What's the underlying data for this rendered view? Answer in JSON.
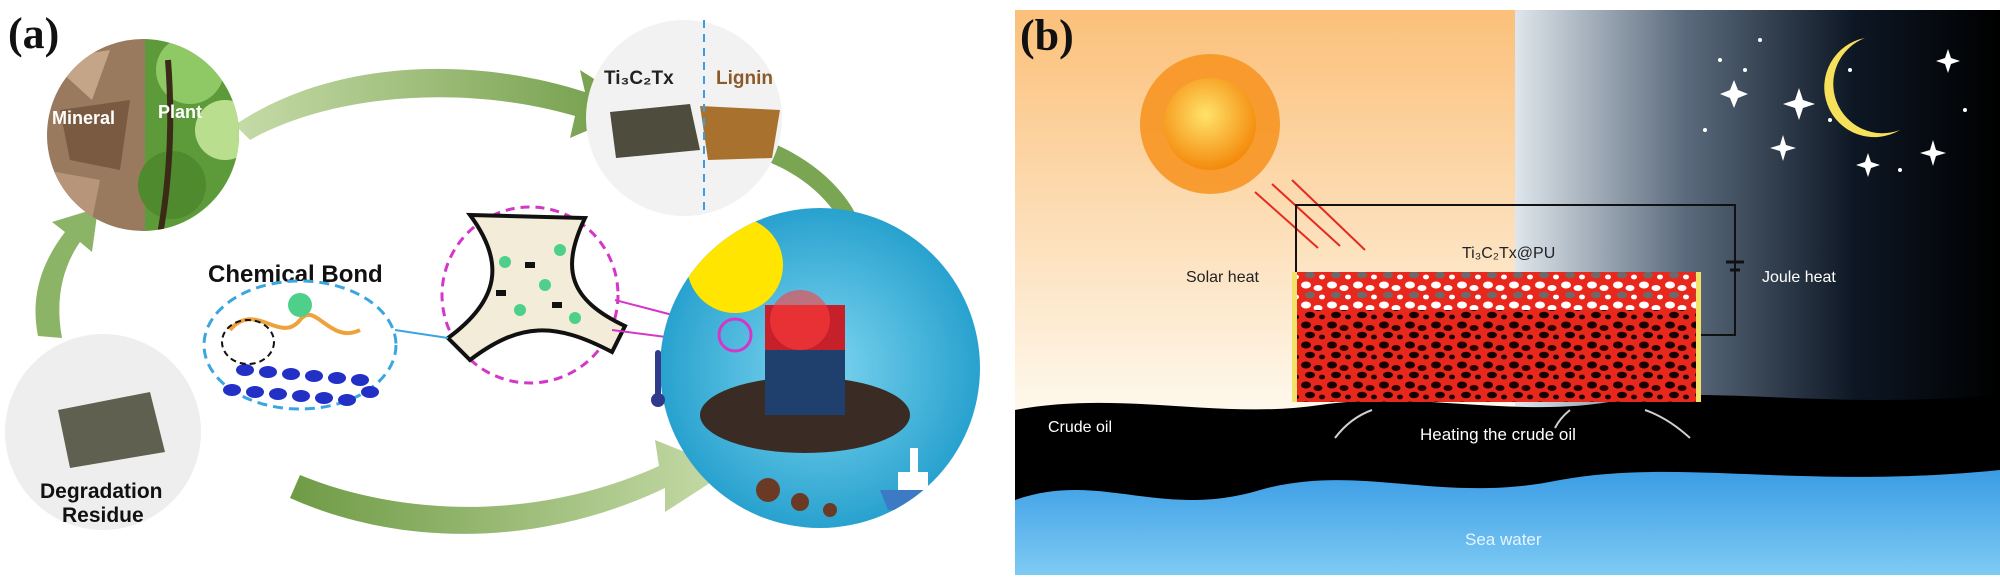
{
  "panel_a": {
    "label": "(a)",
    "mineral": "Mineral",
    "plant": "Plant",
    "ti3c2tx": "Ti₃C₂Tx",
    "lignin": "Lignin",
    "chemical_bond": "Chemical Bond",
    "degradation": "Degradation",
    "residue": "Residue"
  },
  "panel_b": {
    "label": "(b)",
    "composite": "Ti₃C₂Tx@PU",
    "solar_heat": "Solar heat",
    "joule_heat": "Joule heat",
    "crude_oil": "Crude oil",
    "heating": "Heating the crude oil",
    "sea_water": "Sea water"
  },
  "colors": {
    "cycle_arrow": "#88ad5e",
    "ocean": "#33b3dc",
    "sky_day": "#fbc27c",
    "night": "#000000",
    "sea_water": "#55b5ee",
    "porous_red": "#e82a1e",
    "lignin_brown": "#8b5a2b"
  }
}
